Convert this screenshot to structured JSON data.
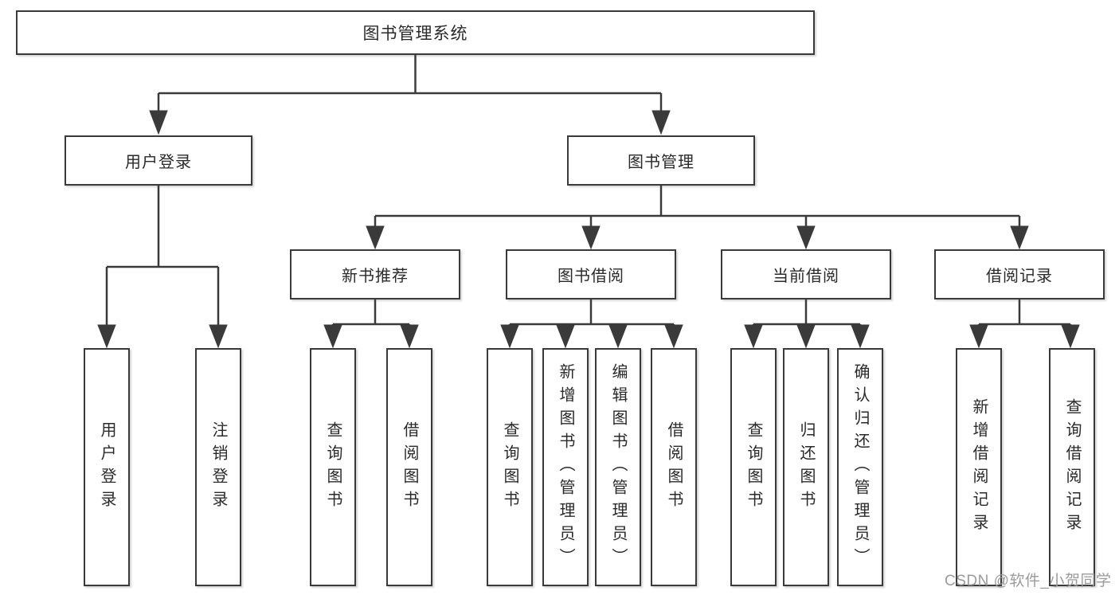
{
  "diagram": {
    "root": {
      "label": "图书管理系统"
    },
    "level2": [
      {
        "label": "用户登录",
        "children": [
          {
            "label": "用户登录"
          },
          {
            "label": "注销登录"
          }
        ]
      },
      {
        "label": "图书管理",
        "children": [
          {
            "label": "新书推荐",
            "children": [
              {
                "label": "查询图书"
              },
              {
                "label": "借阅图书"
              }
            ]
          },
          {
            "label": "图书借阅",
            "children": [
              {
                "label": "查询图书"
              },
              {
                "label": "新增图书（管理员）"
              },
              {
                "label": "编辑图书（管理员）"
              },
              {
                "label": "借阅图书"
              }
            ]
          },
          {
            "label": "当前借阅",
            "children": [
              {
                "label": "查询图书"
              },
              {
                "label": "归还图书"
              },
              {
                "label": "确认归还（管理员）"
              }
            ]
          },
          {
            "label": "借阅记录",
            "children": [
              {
                "label": "新增借阅记录"
              },
              {
                "label": "查询借阅记录"
              }
            ]
          }
        ]
      }
    ]
  },
  "watermark": {
    "text": "CSDN @软件_小贺同学"
  },
  "colors": {
    "line": "#3a3a3a",
    "text": "#2a2a2a",
    "background": "#ffffff",
    "watermark": "#9b9b9b"
  }
}
